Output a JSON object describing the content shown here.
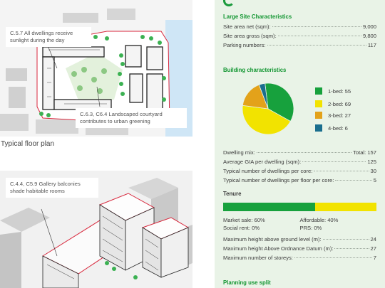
{
  "plan": {
    "callout_sunlight": "C.5.7 All dwellings receive sunlight during the day",
    "callout_courtyard": "C.6.3, C6.4 Landscaped courtyard contributes to urban greening",
    "caption": "Typical floor plan"
  },
  "iso": {
    "callout_balconies": "C.4.4, C5.9 Gallery balconies shade habitable rooms"
  },
  "site": {
    "title": "Large Site Characteristics",
    "rows": [
      {
        "label": "Site area net (sqm):",
        "value": "9,000"
      },
      {
        "label": "Site area gross (sqm):",
        "value": "9,800"
      },
      {
        "label": "Parking numbers:",
        "value": "117"
      }
    ]
  },
  "building": {
    "title": "Building characteristics"
  },
  "chart_data": {
    "type": "pie",
    "categories": [
      "1-bed",
      "2-bed",
      "3-bed",
      "4-bed"
    ],
    "values": [
      55,
      69,
      27,
      6
    ],
    "colors": [
      "#17a13d",
      "#f2e300",
      "#e3a21a",
      "#1a6e8e"
    ],
    "legend": [
      "1-bed: 55",
      "2-bed: 69",
      "3-bed: 27",
      "4-bed: 6"
    ],
    "legend_position": "right"
  },
  "mix": {
    "rows": [
      {
        "label": "Dwelling mix:",
        "value": "Total: 157"
      },
      {
        "label": "Average GIA per dwelling (sqm):",
        "value": "125"
      },
      {
        "label": "Typical number of dwellings per core:",
        "value": "30"
      },
      {
        "label": "Typical number of dwellings per floor per core:",
        "value": "5"
      }
    ]
  },
  "tenure": {
    "title": "Tenure",
    "market_fraction": 0.6,
    "affordable_fraction": 0.4,
    "market_color": "#17a13d",
    "affordable_color": "#f2e300",
    "market_sale": "Market sale: 60%",
    "affordable": "Affordable: 40%",
    "social_rent": "Social rent: 0%",
    "prs": "PRS: 0%"
  },
  "heights": {
    "rows": [
      {
        "label": "Maximum height above ground level (m):",
        "value": "24"
      },
      {
        "label": "Maximum height Above Ordnance Datum (m):",
        "value": "27"
      },
      {
        "label": "Maximum number of storeys:",
        "value": "7"
      }
    ]
  },
  "planning": {
    "title": "Planning use split"
  }
}
